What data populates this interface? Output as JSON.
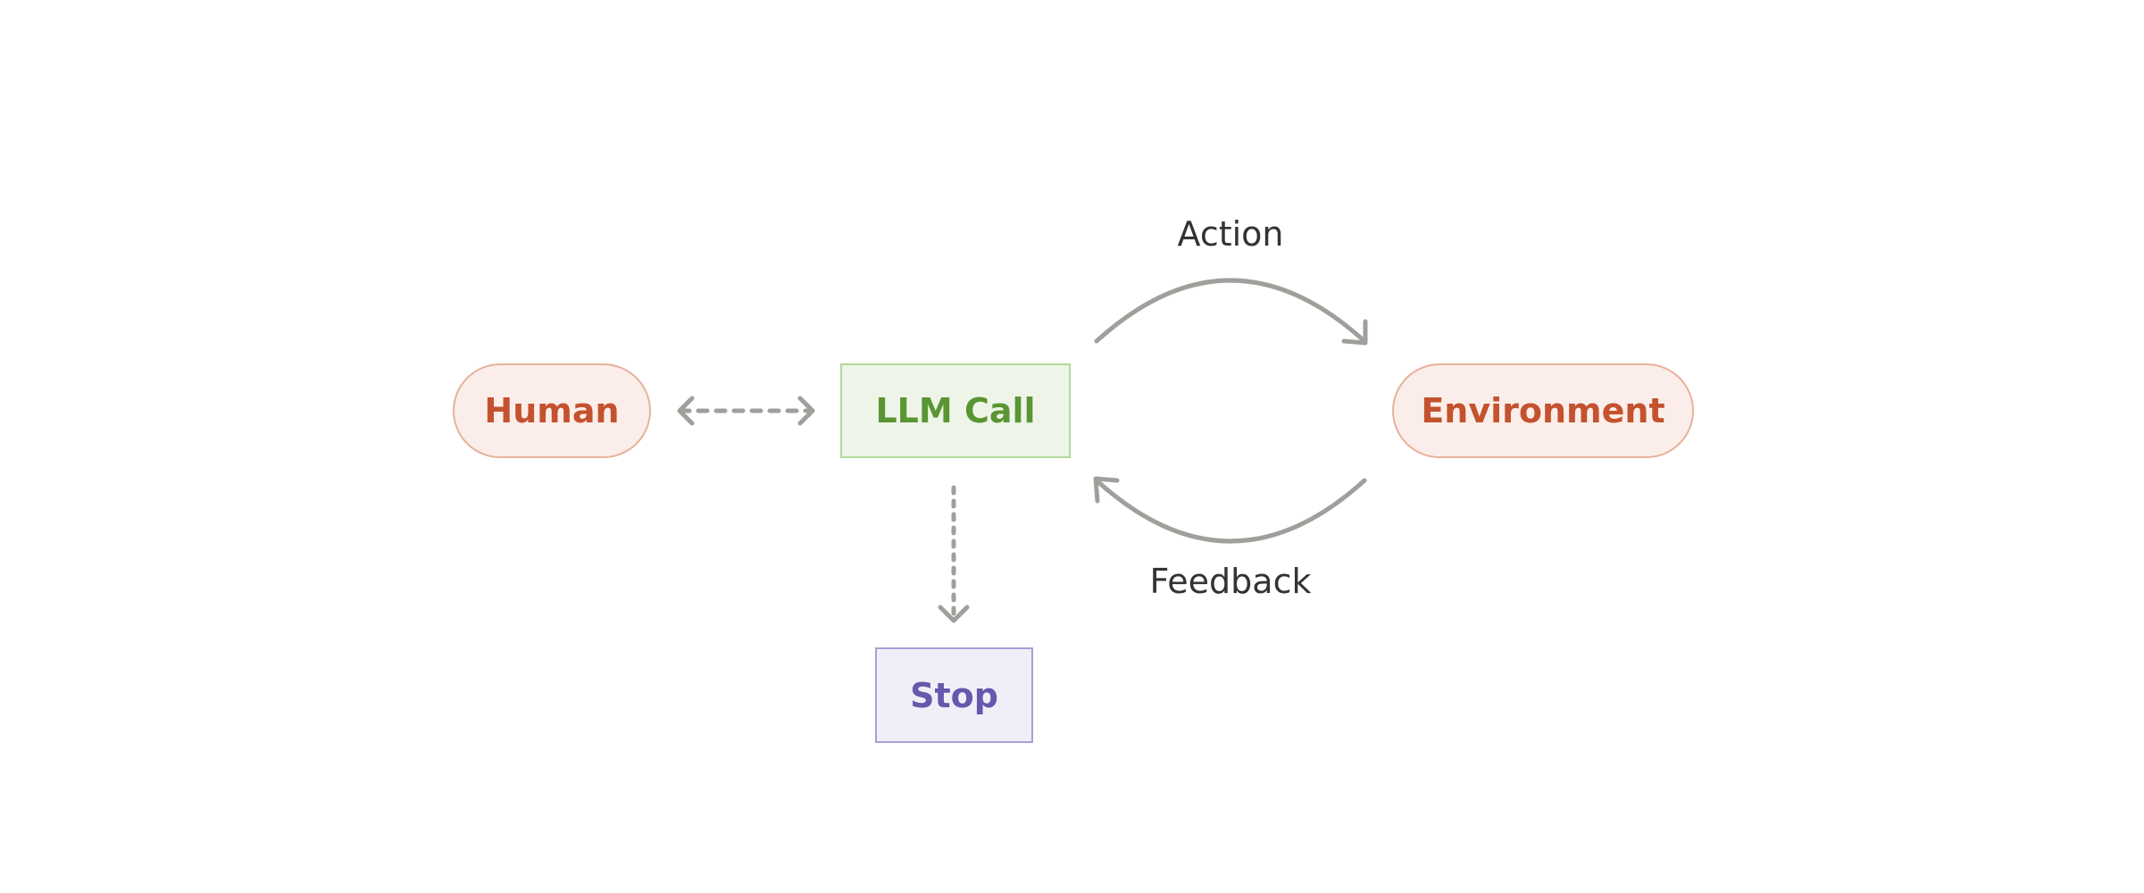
{
  "diagram": {
    "nodes": {
      "human": "Human",
      "llm_call": "LLM Call",
      "environment": "Environment",
      "stop": "Stop"
    },
    "edge_labels": {
      "action": "Action",
      "feedback": "Feedback"
    },
    "colors": {
      "human_env_fill": "#fbeeea",
      "human_env_border": "#e8b19a",
      "human_env_text": "#c4522e",
      "llm_fill": "#eef5e8",
      "llm_border": "#b3d89a",
      "llm_text": "#5a9533",
      "stop_fill": "#f0eff8",
      "stop_border": "#a89fd9",
      "stop_text": "#6459ad",
      "arrow": "#a09f9b",
      "label_text": "#333333"
    }
  }
}
